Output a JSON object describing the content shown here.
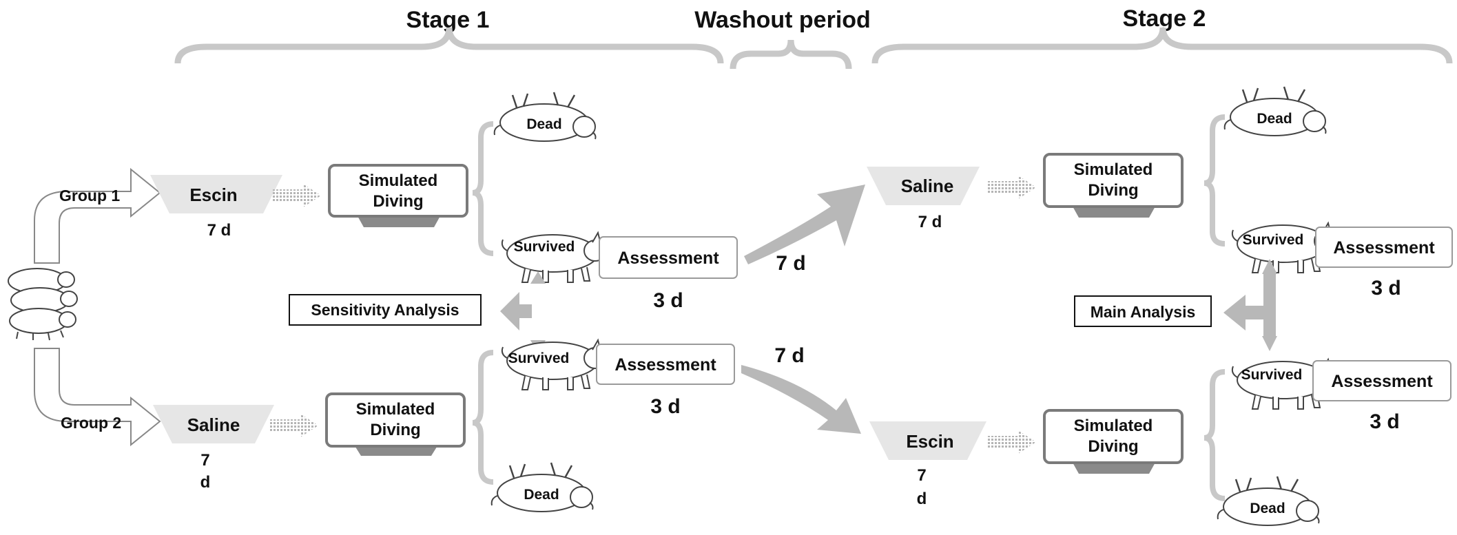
{
  "stages": {
    "stage1": "Stage 1",
    "washout": "Washout period",
    "stage2": "Stage 2"
  },
  "groups": {
    "group1": "Group 1",
    "group2": "Group 2"
  },
  "treatments": {
    "g1_s1": "Escin",
    "g2_s1": "Saline",
    "g1_s2": "Saline",
    "g2_s2": "Escin"
  },
  "durations": {
    "dose_7d": "7 d",
    "dose_7": "7",
    "dose_d": "d",
    "transition_7d": "7 d",
    "assessment_3d": "3 d"
  },
  "procedure": {
    "line1": "Simulated",
    "line2": "Diving"
  },
  "outcomes": {
    "dead": "Dead",
    "survived": "Survived"
  },
  "assessment": "Assessment",
  "analysis": {
    "sensitivity": "Sensitivity Analysis",
    "main": "Main Analysis"
  }
}
